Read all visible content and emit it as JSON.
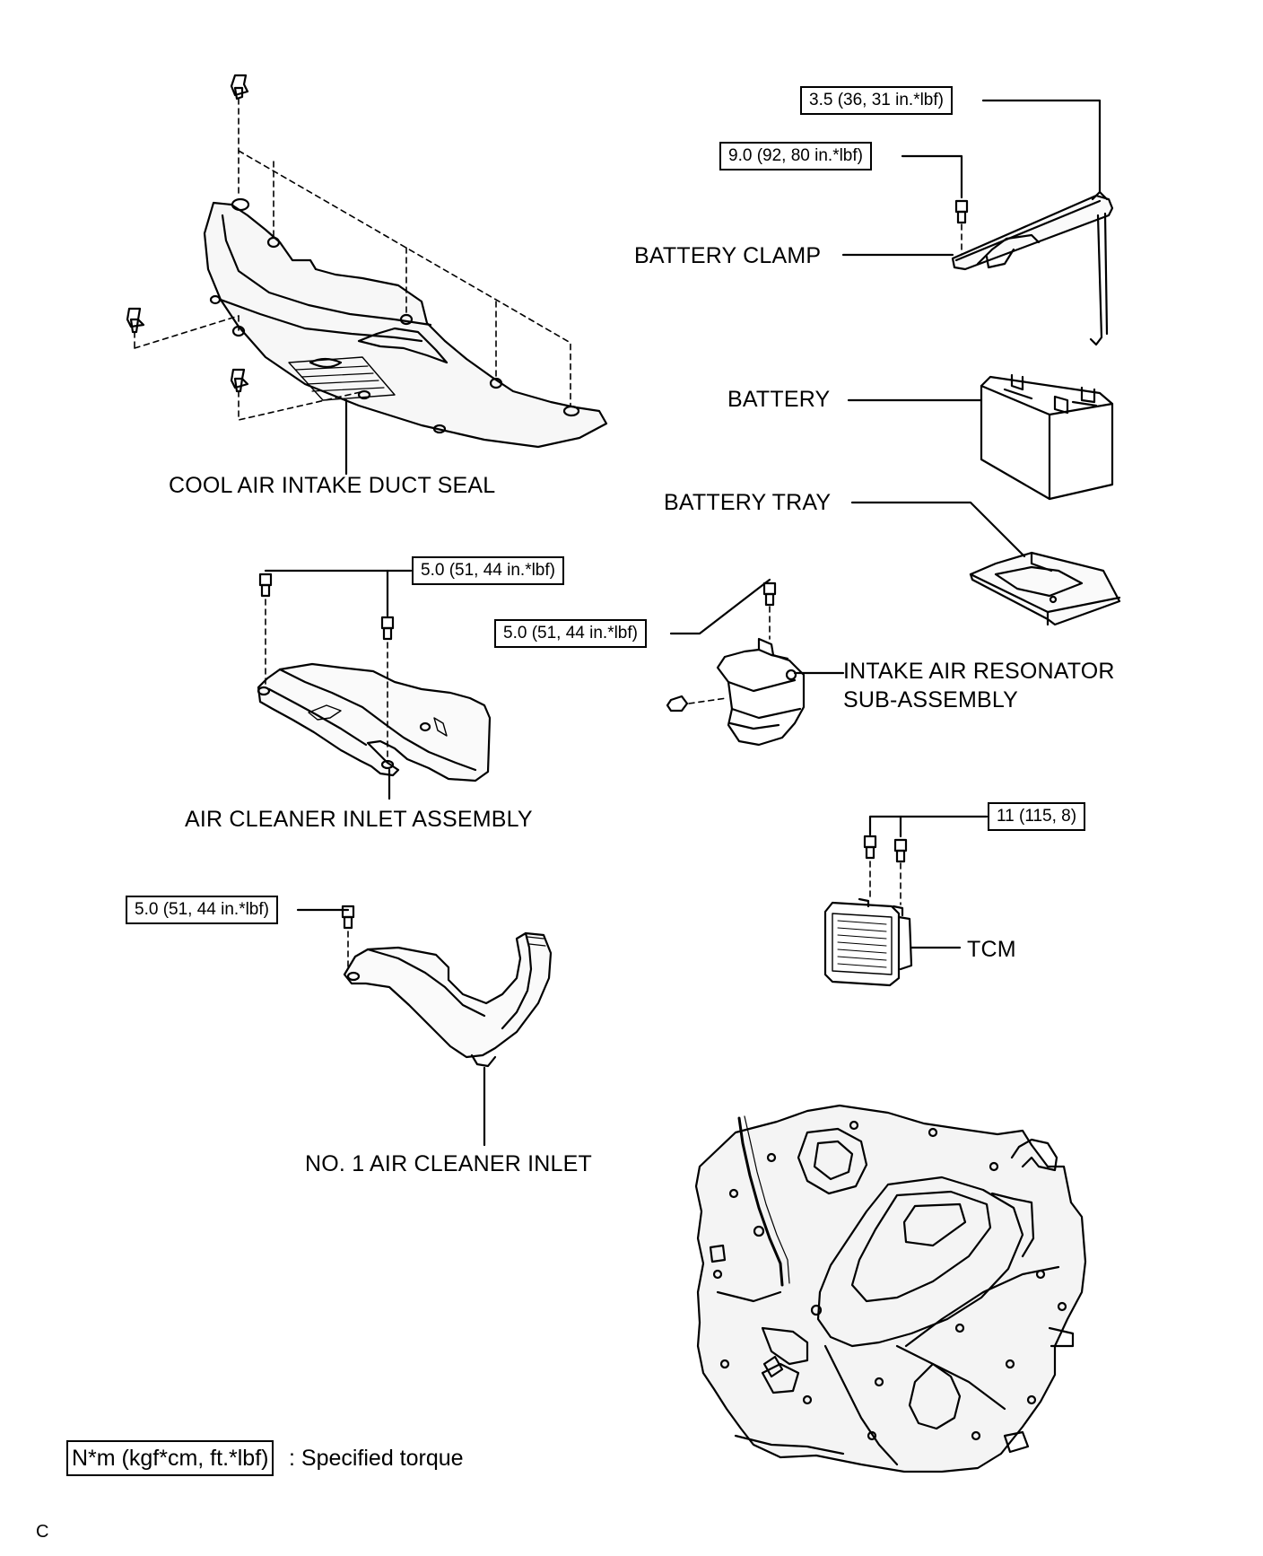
{
  "labels": {
    "cool_air_intake_duct_seal": "COOL AIR INTAKE DUCT SEAL",
    "battery_clamp": "BATTERY CLAMP",
    "battery": "BATTERY",
    "battery_tray": "BATTERY TRAY",
    "intake_air_resonator_line1": "INTAKE AIR RESONATOR",
    "intake_air_resonator_line2": "SUB-ASSEMBLY",
    "air_cleaner_inlet_assembly": "AIR CLEANER INLET ASSEMBLY",
    "tcm": "TCM",
    "no1_air_cleaner_inlet": "NO. 1 AIR CLEANER INLET"
  },
  "torques": {
    "battery_clamp_rod": "3.5 (36, 31 in.*lbf)",
    "battery_clamp_bolt": "9.0 (92, 80 in.*lbf)",
    "air_cleaner_inlet": "5.0 (51, 44 in.*lbf)",
    "intake_air_resonator": "5.0 (51, 44 in.*lbf)",
    "tcm": "11 (115, 8)",
    "no1_air_cleaner_inlet": "5.0 (51, 44 in.*lbf)"
  },
  "legend": {
    "unit": "N*m (kgf*cm, ft.*lbf)",
    "text": ": Specified torque"
  },
  "figure_code": "C"
}
